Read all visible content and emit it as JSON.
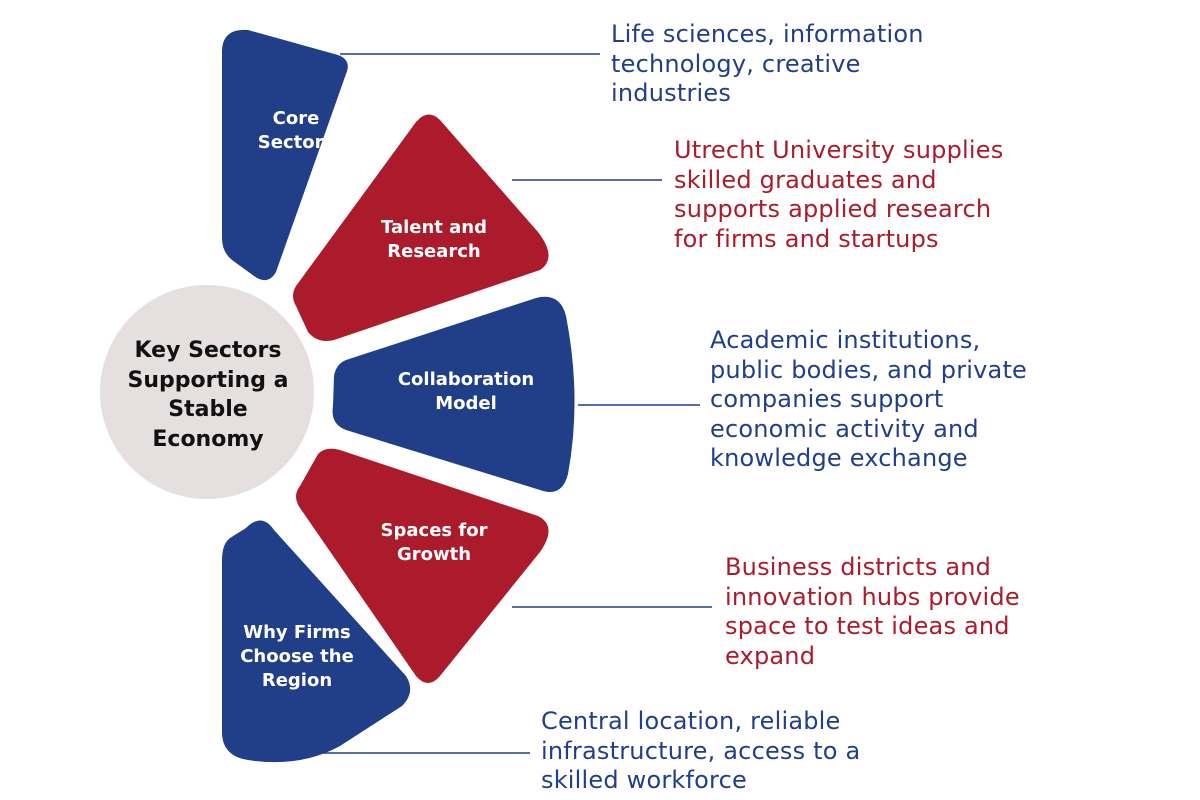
{
  "colors": {
    "blue": "#213f88",
    "red": "#ab1b2c",
    "center_fill": "#e6dfdf",
    "line": "#213f88"
  },
  "center": {
    "title": "Key Sectors Supporting a Stable Economy"
  },
  "segments": [
    {
      "id": "core-sectors",
      "label": "Core Sectors",
      "color": "blue",
      "description": "Life sciences, information technology, creative industries"
    },
    {
      "id": "talent-research",
      "label": "Talent and Research",
      "color": "red",
      "description": "Utrecht University supplies skilled graduates and supports applied research for firms and startups"
    },
    {
      "id": "collaboration-model",
      "label": "Collaboration Model",
      "color": "blue",
      "description": "Academic institutions, public bodies, and private companies support economic activity and knowledge exchange"
    },
    {
      "id": "spaces-growth",
      "label": "Spaces for Growth",
      "color": "red",
      "description": "Business districts and innovation hubs provide space to test ideas and expand"
    },
    {
      "id": "why-firms",
      "label": "Why Firms Choose the Region",
      "color": "blue",
      "description": "Central location, reliable infrastructure, access to a skilled workforce"
    }
  ]
}
